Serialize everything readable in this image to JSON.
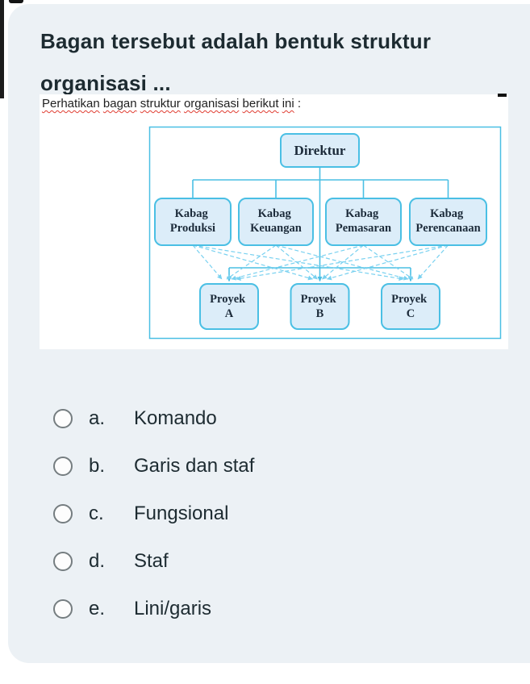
{
  "question": {
    "title": "Bagan tersebut adalah bentuk struktur organisasi ..."
  },
  "figure": {
    "caption": "Perhatikan bagan struktur organisasi berikut ini :",
    "org_chart": {
      "type": "organization-diagram",
      "root": {
        "label": "Direktur"
      },
      "departments": [
        {
          "line1": "Kabag",
          "line2": "Produksi"
        },
        {
          "line1": "Kabag",
          "line2": "Keuangan"
        },
        {
          "line1": "Kabag",
          "line2": "Pemasaran"
        },
        {
          "line1": "Kabag",
          "line2": "Perencanaan"
        }
      ],
      "projects": [
        {
          "line1": "Proyek",
          "line2": "A"
        },
        {
          "line1": "Proyek",
          "line2": "B"
        },
        {
          "line1": "Proyek",
          "line2": "C"
        }
      ],
      "solid_links": "Direktur to all Kabag and all Proyek",
      "dashed_links": "every Kabag to every Proyek (matrix, arrows)"
    }
  },
  "options": [
    {
      "letter": "a.",
      "label": "Komando"
    },
    {
      "letter": "b.",
      "label": "Garis dan staf"
    },
    {
      "letter": "c.",
      "label": "Fungsional"
    },
    {
      "letter": "d.",
      "label": "Staf"
    },
    {
      "letter": "e.",
      "label": "Lini/garis"
    }
  ],
  "colors": {
    "card_bg": "#ecf1f5",
    "ink": "#1d2b31",
    "caption_ink": "#1f1f1f",
    "radio_border": "#757d80",
    "chart_line": "#4abfe4",
    "chart_dash": "#79d1f0",
    "chart_fill": "#dcedf9",
    "chart_text": "#1c2b3a",
    "squiggle": "#e03c31"
  }
}
